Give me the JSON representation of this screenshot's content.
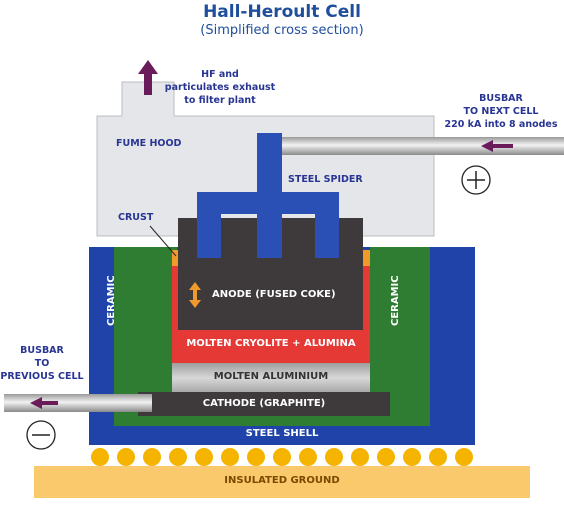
{
  "title": "Hall-Heroult Cell",
  "subtitle": "(Simplified cross section)",
  "labels": {
    "exhaust": [
      "HF and",
      "particulates exhaust",
      "to filter plant"
    ],
    "busbar_next": [
      "BUSBAR",
      "TO NEXT CELL",
      "220 kA into 8 anodes"
    ],
    "busbar_prev": [
      "BUSBAR",
      "TO",
      "PREVIOUS CELL"
    ],
    "fume_hood": "FUME HOOD",
    "steel_spider": "STEEL SPIDER",
    "crust": "CRUST",
    "anode": "ANODE (FUSED COKE)",
    "cryolite": "MOLTEN CRYOLITE + ALUMINA",
    "aluminium": "MOLTEN ALUMINIUM",
    "cathode": "CATHODE (GRAPHITE)",
    "ceramic_left": "CERAMIC",
    "ceramic_right": "CERAMIC",
    "steel_shell": "STEEL SHELL",
    "ground": "INSULATED GROUND"
  },
  "colors": {
    "hood": "#e4e6ea",
    "navy": "#283593",
    "shell": "#1f43a8",
    "ceramic": "#2e7d32",
    "anode": "#3e3a3b",
    "cryolite": "#e53935",
    "aluminium": "#b8b8b8",
    "ground": "#f9c96b",
    "insulator": "#f5b400",
    "arrow": "#6a1b5a",
    "crust": "#f09a2c"
  },
  "icons": {
    "plus": "plus-circle-icon",
    "minus": "minus-circle-icon"
  }
}
